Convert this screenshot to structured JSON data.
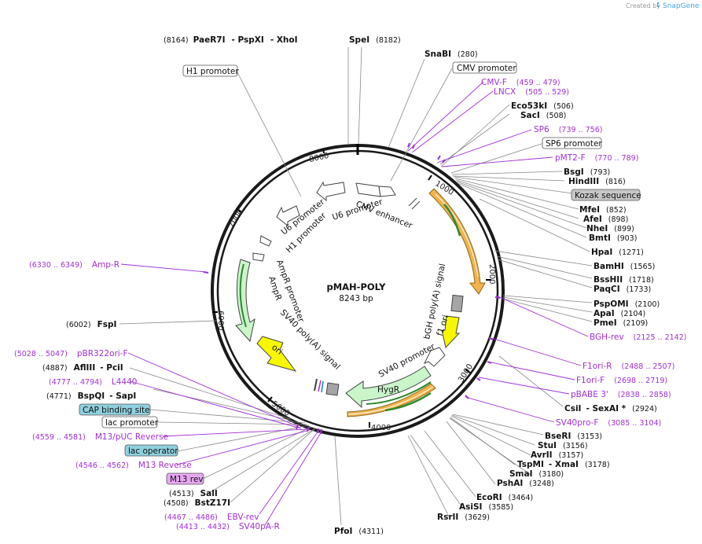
{
  "plasmid": {
    "name": "pMAH-POLY",
    "size": "8243 bp"
  },
  "credit": {
    "prefix": "Created by",
    "brand": "SnapGene"
  },
  "ticks": [
    "1000",
    "2000",
    "3000",
    "4000",
    "5000",
    "6000",
    "7000",
    "8000"
  ],
  "features": {
    "cmv_enhancer": "CMV enhancer",
    "u6_promoter_1": "U6 promoter",
    "u6_promoter_2": "U6 promoter",
    "h1_promoter": "H1 promoter",
    "ampr_promoter": "AmpR promoter",
    "ampr": "AmpR",
    "sv40_polya": "SV40 poly(A) signal",
    "ori": "ori",
    "bgh_polya": "bGH poly(A) signal",
    "f1_ori": "f1 ori",
    "sv40_promoter": "SV40 promoter",
    "hygr": "HygR"
  },
  "right_labels": {
    "snabi": {
      "name": "SnaBI",
      "pos": "(280)"
    },
    "cmv_promoter": "CMV promoter",
    "cmv_f": {
      "name": "CMV-F",
      "pos": "(459 .. 479)"
    },
    "lncx": {
      "name": "LNCX",
      "pos": "(505 .. 529)"
    },
    "eco53ki": {
      "name": "Eco53kI",
      "pos": "(506)"
    },
    "saci": {
      "name": "SacI",
      "pos": "(508)"
    },
    "sp6": {
      "name": "SP6",
      "pos": "(739 .. 756)"
    },
    "sp6_promoter": "SP6 promoter",
    "pmt2_f": {
      "name": "pMT2-F",
      "pos": "(770 .. 789)"
    },
    "bsgi": {
      "name": "BsgI",
      "pos": "(793)"
    },
    "hindiii": {
      "name": "HindIII",
      "pos": "(816)"
    },
    "kozak": "Kozak sequence",
    "mfei": {
      "name": "MfeI",
      "pos": "(852)"
    },
    "afei": {
      "name": "AfeI",
      "pos": "(898)"
    },
    "nhei": {
      "name": "NheI",
      "pos": "(899)"
    },
    "bmti": {
      "name": "BmtI",
      "pos": "(903)"
    },
    "hpai": {
      "name": "HpaI",
      "pos": "(1271)"
    },
    "bamhi": {
      "name": "BamHI",
      "pos": "(1565)"
    },
    "bsshii": {
      "name": "BssHII",
      "pos": "(1718)"
    },
    "paqci": {
      "name": "PaqCI",
      "pos": "(1733)"
    },
    "pspomi": {
      "name": "PspOMI",
      "pos": "(2100)"
    },
    "apai": {
      "name": "ApaI",
      "pos": "(2104)"
    },
    "pmei": {
      "name": "PmeI",
      "pos": "(2109)"
    },
    "bgh_rev": {
      "name": "BGH-rev",
      "pos": "(2125 .. 2142)"
    },
    "f1ori_r": {
      "name": "F1ori-R",
      "pos": "(2488 .. 2507)"
    },
    "f1ori_f": {
      "name": "F1ori-F",
      "pos": "(2698 .. 2719)"
    },
    "pbabe3": {
      "name": "pBABE 3'",
      "pos": "(2838 .. 2858)"
    },
    "csii": {
      "name": "CsiI",
      "sep": "- SexAI *",
      "pos": "(2924)"
    },
    "sv40pro_f": {
      "name": "SV40pro-F",
      "pos": "(3085 .. 3104)"
    },
    "bseri": {
      "name": "BseRI",
      "pos": "(3153)"
    },
    "stui": {
      "name": "StuI",
      "pos": "(3156)"
    },
    "avrii": {
      "name": "AvrII",
      "pos": "(3157)"
    },
    "tspmi": {
      "name": "TspMI",
      "sep": "- XmaI",
      "pos": "(3178)"
    },
    "smai": {
      "name": "SmaI",
      "pos": "(3180)"
    },
    "pshai": {
      "name": "PshAI",
      "pos": "(3248)"
    },
    "ecori": {
      "name": "EcoRI",
      "pos": "(3464)"
    },
    "asisi": {
      "name": "AsiSI",
      "pos": "(3585)"
    },
    "rsrii": {
      "name": "RsrII",
      "pos": "(3629)"
    },
    "pfoi": {
      "name": "PfoI",
      "pos": "(4311)"
    }
  },
  "left_labels": {
    "paer7i": {
      "pos": "(8164)",
      "name": "PaeR7I",
      "sep1": "- PspXI",
      "sep2": "- XhoI"
    },
    "spei": {
      "name": "SpeI",
      "pos": "(8182)"
    },
    "h1_promoter": "H1 promoter",
    "amp_r": {
      "pos": "(6330 .. 6349)",
      "name": "Amp-R"
    },
    "fspi": {
      "pos": "(6002)",
      "name": "FspI"
    },
    "pbr322ori_f": {
      "pos": "(5028 .. 5047)",
      "name": "pBR322ori-F"
    },
    "afliii": {
      "pos": "(4887)",
      "name": "AflIII",
      "sep": "- PciI"
    },
    "l4440": {
      "pos": "(4777 .. 4794)",
      "name": "L4440"
    },
    "bspqi": {
      "pos": "(4771)",
      "name": "BspQI",
      "sep": "- SapI"
    },
    "cap_site": "CAP binding site",
    "lac_promoter": "lac promoter",
    "m13_puc_rev": {
      "pos": "(4559 .. 4581)",
      "name": "M13/pUC Reverse"
    },
    "lac_operator": "lac operator",
    "m13_reverse": {
      "pos": "(4546 .. 4562)",
      "name": "M13 Reverse"
    },
    "m13_rev": "M13 rev",
    "sali": {
      "pos": "(4513)",
      "name": "SalI"
    },
    "bstz17i": {
      "pos": "(4508)",
      "name": "BstZ17I"
    },
    "ebv_rev": {
      "pos": "(4467 .. 4486)",
      "name": "EBV-rev"
    },
    "sv40pa_r": {
      "pos": "(4413 .. 4432)",
      "name": "SV40pA-R"
    }
  },
  "colors": {
    "primer": "#a12fd6",
    "backbone": "#1a1a1a",
    "cds_fill": "#c9f5c9",
    "orange": "#f3b24a",
    "ori_yellow": "#f7f700",
    "kozak_gray": "#c7c7c7",
    "cap_blue": "#8fd0de",
    "m13_purple": "#e8a7f2"
  }
}
